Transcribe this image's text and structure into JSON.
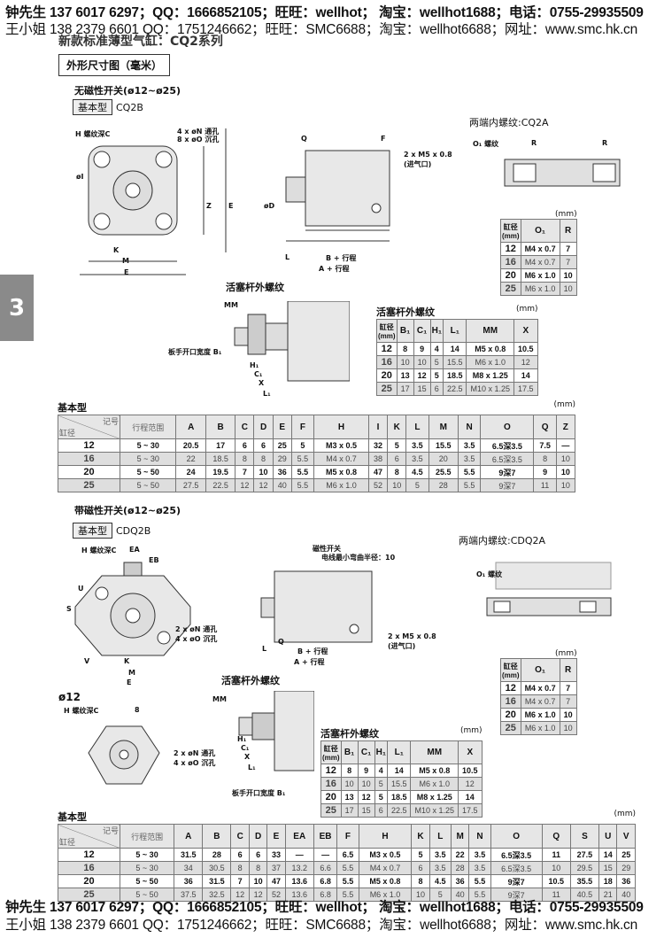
{
  "header": {
    "line1": "钟先生 137 6017 6297；QQ：1666852105；旺旺：wellhot； 淘宝：wellhot1688；电话：0755-29935509",
    "line2": "王小姐 138 2379 6601 QQ：1751246662；旺旺：SMC6688；淘宝：wellhot6688；网址：www.smc.hk.cn"
  },
  "footer": {
    "line1": "钟先生 137 6017 6297；QQ：1666852105；旺旺：wellhot； 淘宝：wellhot1688；电话：0755-29935509",
    "line2": "王小姐 138 2379 6601 QQ：1751246662；旺旺：SMC6688；淘宝：wellhot6688；网址：www.smc.hk.cn"
  },
  "page": {
    "title": "新款标准薄型气缸：CQ2系列",
    "section_box": "外形尺寸图（毫米）",
    "chapter_tab": "3"
  },
  "s1": {
    "heading": "无磁性开关(ø12~ø25)",
    "type_tag": "基本型",
    "model": "CQ2B",
    "both_ends": "两端内螺纹:CQ2A",
    "rod_label": "活塞杆外螺纹",
    "labels": [
      "H 螺纹深C",
      "4 x øN 通孔",
      "8 x øO 沉孔",
      "Q",
      "F",
      "2 x M5 x 0.8",
      "(进气口)",
      "L",
      "B + 行程",
      "A + 行程",
      "K",
      "M",
      "E",
      "Z",
      "E",
      "O₁ 螺纹",
      "R",
      "R",
      "MM",
      "板手开口宽度 B₁",
      "H₁",
      "C₁",
      "X",
      "L₁",
      "øD",
      "øI"
    ]
  },
  "s2": {
    "heading": "带磁性开关(ø12~ø25)",
    "type_tag": "基本型",
    "model": "CDQ2B",
    "both_ends": "两端内螺纹:CDQ2A",
    "rod_label": "活塞杆外螺纹",
    "phi12": "ø12",
    "labels": [
      "H 螺纹深C",
      "EA",
      "EB",
      "磁性开关",
      "电线最小弯曲半径：10",
      "2 x øN 通孔",
      "4 x øO 沉孔",
      "2 x M5 x 0.8",
      "(进气口)",
      "L",
      "Q",
      "B + 行程",
      "A + 行程",
      "K",
      "M",
      "E",
      "S",
      "U",
      "V",
      "O₁ 螺纹",
      "MM",
      "板手开口宽度 B₁",
      "H₁",
      "C₁",
      "X",
      "L₁",
      "H 螺纹深C",
      "8",
      "2 x øN 通孔",
      "4 x øO 沉孔"
    ]
  },
  "unit": "(mm)",
  "o1_table": {
    "headers": [
      "缸径\n(mm)",
      "O₁",
      "R"
    ],
    "rows": [
      [
        "12",
        "M4 x 0.7",
        "7"
      ],
      [
        "16",
        "M4 x 0.7",
        "7"
      ],
      [
        "20",
        "M6 x 1.0",
        "10"
      ],
      [
        "25",
        "M6 x 1.0",
        "10"
      ]
    ]
  },
  "rod_table": {
    "title": "活塞杆外螺纹",
    "headers": [
      "缸径\n(mm)",
      "B₁",
      "C₁",
      "H₁",
      "L₁",
      "MM",
      "X"
    ],
    "rows": [
      [
        "12",
        "8",
        "9",
        "4",
        "14",
        "M5 x 0.8",
        "10.5"
      ],
      [
        "16",
        "10",
        "10",
        "5",
        "15.5",
        "M6 x 1.0",
        "12"
      ],
      [
        "20",
        "13",
        "12",
        "5",
        "18.5",
        "M8 x 1.25",
        "14"
      ],
      [
        "25",
        "17",
        "15",
        "6",
        "22.5",
        "M10 x 1.25",
        "17.5"
      ]
    ]
  },
  "basic1": {
    "title": "基本型",
    "corner_top": "记号",
    "corner_bottom": "缸径",
    "headers": [
      "行程范围",
      "A",
      "B",
      "C",
      "D",
      "E",
      "F",
      "H",
      "I",
      "K",
      "L",
      "M",
      "N",
      "O",
      "Q",
      "Z"
    ],
    "rows": [
      [
        "12",
        "5 ~ 30",
        "20.5",
        "17",
        "6",
        "6",
        "25",
        "5",
        "M3 x 0.5",
        "32",
        "5",
        "3.5",
        "15.5",
        "3.5",
        "6.5深3.5",
        "7.5",
        "—"
      ],
      [
        "16",
        "5 ~ 30",
        "22",
        "18.5",
        "8",
        "8",
        "29",
        "5.5",
        "M4 x 0.7",
        "38",
        "6",
        "3.5",
        "20",
        "3.5",
        "6.5深3.5",
        "8",
        "10"
      ],
      [
        "20",
        "5 ~ 50",
        "24",
        "19.5",
        "7",
        "10",
        "36",
        "5.5",
        "M5 x 0.8",
        "47",
        "8",
        "4.5",
        "25.5",
        "5.5",
        "9深7",
        "9",
        "10"
      ],
      [
        "25",
        "5 ~ 50",
        "27.5",
        "22.5",
        "12",
        "12",
        "40",
        "5.5",
        "M6 x 1.0",
        "52",
        "10",
        "5",
        "28",
        "5.5",
        "9深7",
        "11",
        "10"
      ]
    ]
  },
  "basic2": {
    "title": "基本型",
    "corner_top": "记号",
    "corner_bottom": "缸径",
    "headers": [
      "行程范围",
      "A",
      "B",
      "C",
      "D",
      "E",
      "EA",
      "EB",
      "F",
      "H",
      "K",
      "L",
      "M",
      "N",
      "O",
      "Q",
      "S",
      "U",
      "V"
    ],
    "rows": [
      [
        "12",
        "5 ~ 30",
        "31.5",
        "28",
        "6",
        "6",
        "33",
        "—",
        "—",
        "6.5",
        "M3 x 0.5",
        "5",
        "3.5",
        "22",
        "3.5",
        "6.5深3.5",
        "11",
        "27.5",
        "14",
        "25"
      ],
      [
        "16",
        "5 ~ 30",
        "34",
        "30.5",
        "8",
        "8",
        "37",
        "13.2",
        "6.6",
        "5.5",
        "M4 x 0.7",
        "6",
        "3.5",
        "28",
        "3.5",
        "6.5深3.5",
        "10",
        "29.5",
        "15",
        "29"
      ],
      [
        "20",
        "5 ~ 50",
        "36",
        "31.5",
        "7",
        "10",
        "47",
        "13.6",
        "6.8",
        "5.5",
        "M5 x 0.8",
        "8",
        "4.5",
        "36",
        "5.5",
        "9深7",
        "10.5",
        "35.5",
        "18",
        "36"
      ],
      [
        "25",
        "5 ~ 50",
        "37.5",
        "32.5",
        "12",
        "12",
        "52",
        "13.6",
        "6.8",
        "5.5",
        "M6 x 1.0",
        "10",
        "5",
        "40",
        "5.5",
        "9深7",
        "11",
        "40.5",
        "21",
        "40"
      ]
    ]
  }
}
